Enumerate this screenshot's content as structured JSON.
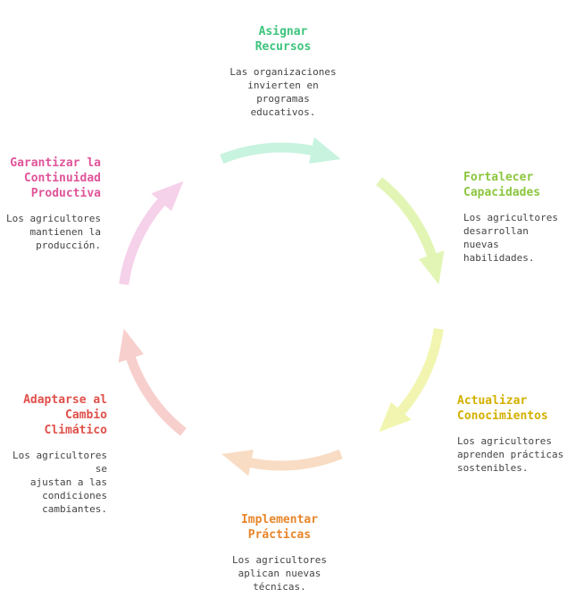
{
  "steps": [
    {
      "id": "asignar",
      "title": "Asignar\nRecursos",
      "desc": "Las organizaciones\ninvierten en\nprogramas\neducativos.",
      "color": "#3cc47c",
      "arrow_color": "#c8f3df"
    },
    {
      "id": "fortalecer",
      "title": "Fortalecer\nCapacidades",
      "desc": "Los agricultores\ndesarrollan nuevas\nhabilidades.",
      "color": "#8cc63f",
      "arrow_color": "#e2f5b4"
    },
    {
      "id": "actualizar",
      "title": "Actualizar\nConocimientos",
      "desc": "Los agricultores\naprenden prácticas\nsostenibles.",
      "color": "#d4b000",
      "arrow_color": "#f1f5b0"
    },
    {
      "id": "implementar",
      "title": "Implementar\nPrácticas",
      "desc": "Los agricultores\naplican nuevas\ntécnicas.",
      "color": "#e8862a",
      "arrow_color": "#f8dcc4"
    },
    {
      "id": "adaptarse",
      "title": "Adaptarse al\nCambio\nClimático",
      "desc": "Los agricultores se\najustan a las\ncondiciones\ncambiantes.",
      "color": "#e0504a",
      "arrow_color": "#f7cfcd"
    },
    {
      "id": "garantizar",
      "title": "Garantizar la\nContinuidad\nProductiva",
      "desc": "Los agricultores\nmantienen la\nproducción.",
      "color": "#e0559a",
      "arrow_color": "#f6d1ea"
    }
  ]
}
